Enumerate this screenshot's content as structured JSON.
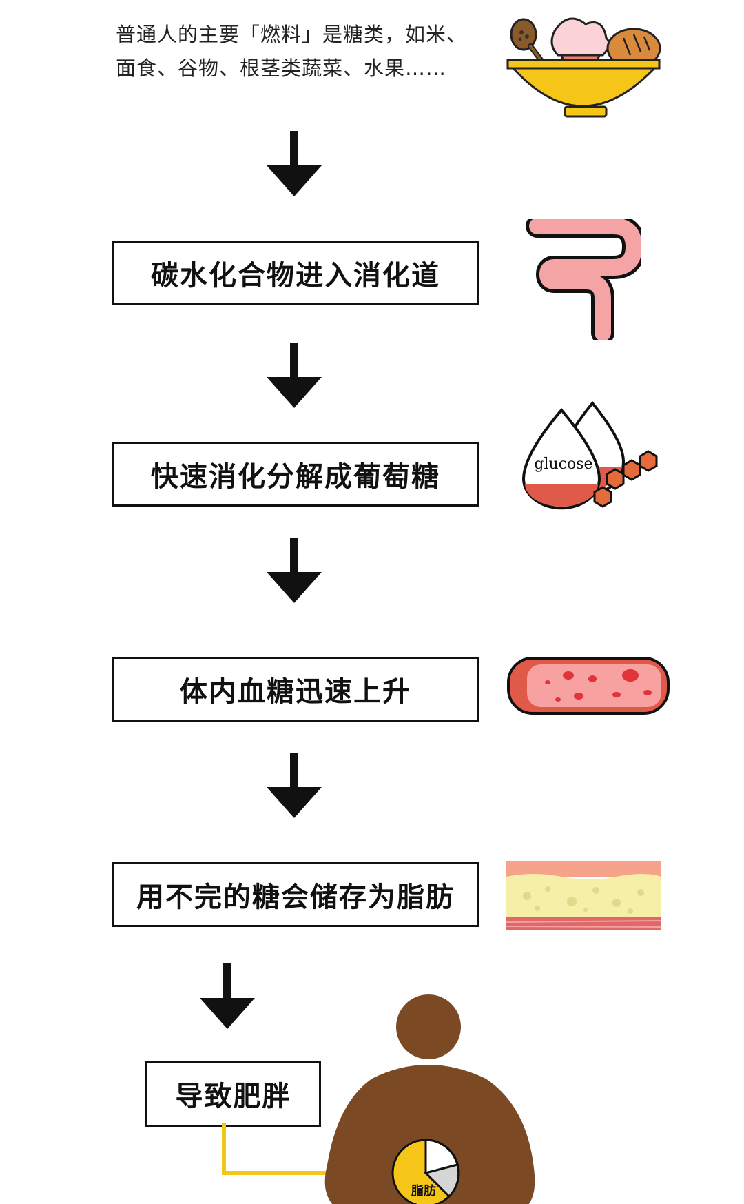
{
  "intro": {
    "line1": "普通人的主要「燃料」是糖类，如米、",
    "line2": "面食、谷物、根茎类蔬菜、水果……"
  },
  "steps": [
    {
      "label": "碳水化合物进入消化道"
    },
    {
      "label": "快速消化分解成葡萄糖"
    },
    {
      "label": "体内血糖迅速上升"
    },
    {
      "label": "用不完的糖会储存为脂肪"
    }
  ],
  "final": {
    "label": "导致肥胖"
  },
  "glucose_label": "glucose",
  "fat_label": "脂肪",
  "icons": [
    "food-bowl-icon",
    "intestine-icon",
    "glucose-drops-icon",
    "blood-vessel-icon",
    "fat-tissue-icon",
    "obese-person-icon"
  ],
  "colors": {
    "bowl": "#f5c518",
    "intestine": "#f4a4a4",
    "blood": "#e05a4a",
    "fat": "#f6efa8",
    "person": "#7b4a24",
    "connector": "#f5c518"
  }
}
